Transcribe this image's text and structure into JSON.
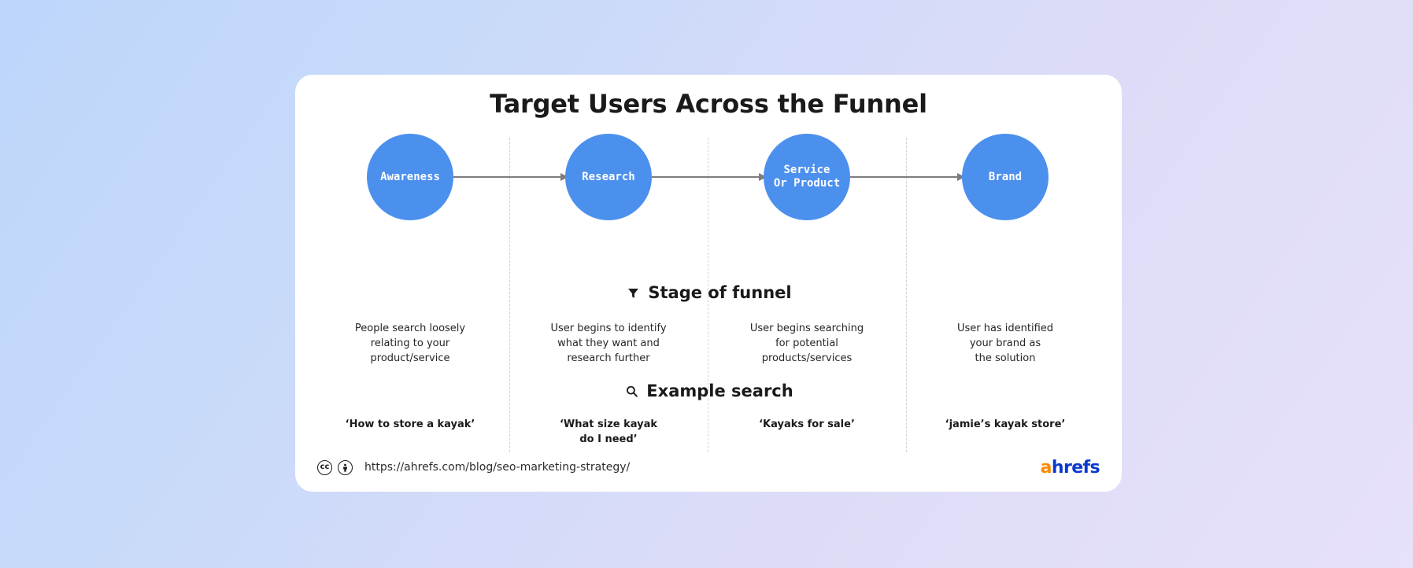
{
  "card": {
    "title": "Target Users Across the Funnel"
  },
  "stages": [
    {
      "circle_label": "Awareness",
      "description": "People search loosely\nrelating to your\nproduct/service",
      "example_search": "‘How to store a kayak’"
    },
    {
      "circle_label": "Research",
      "description": "User begins to identify\nwhat they want and\nresearch further",
      "example_search": "‘What size kayak\ndo I need’"
    },
    {
      "circle_label": "Service\nOr Product",
      "description": "User begins searching\nfor potential\nproducts/services",
      "example_search": "‘Kayaks for sale’"
    },
    {
      "circle_label": "Brand",
      "description": "User has identified\nyour brand as\nthe solution",
      "example_search": "‘jamie’s kayak store’"
    }
  ],
  "sections": {
    "stage_of_funnel": {
      "label": "Stage of funnel",
      "icon": "funnel-icon"
    },
    "example_search": {
      "label": "Example search",
      "icon": "search-icon"
    }
  },
  "footer": {
    "license_icons": [
      "creative-commons-icon",
      "creative-commons-by-icon"
    ],
    "cc_symbol": "cc",
    "url": "https://ahrefs.com/blog/seo-marketing-strategy/",
    "logo_accent": "a",
    "logo_rest": "hrefs"
  },
  "colors": {
    "circle_blue": "#4c90ee",
    "arrow_gray": "#7d7d7d",
    "divider_gray": "#d2d2d2",
    "logo_orange": "#ff8800",
    "logo_blue": "#0b39cf",
    "card_background": "#ffffff",
    "page_gradient_start": "#bdd6fb",
    "page_gradient_end": "#e7e1fb"
  }
}
